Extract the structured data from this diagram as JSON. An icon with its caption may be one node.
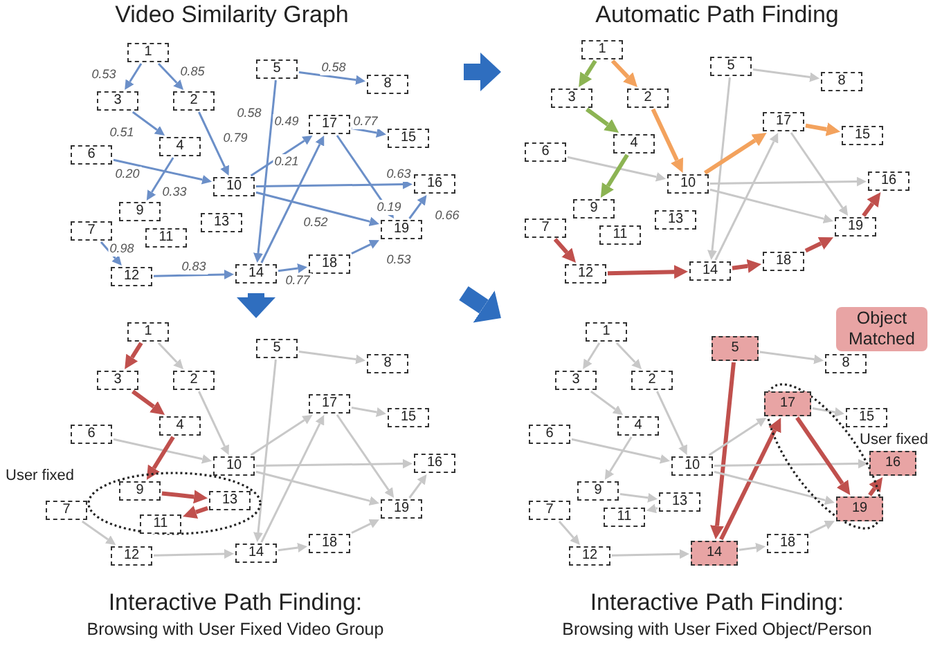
{
  "diagram": {
    "nodes": [
      {
        "text": [
          "Video Similarity Graph"
        ]
      },
      {
        "text": [
          "1"
        ],
        "in": 0
      },
      {
        "text": [
          "2"
        ],
        "in": 0
      },
      {
        "text": [
          "3"
        ],
        "in": 0
      },
      {
        "text": [
          "4"
        ],
        "in": 0
      },
      {
        "text": [
          "5"
        ],
        "in": 0
      },
      {
        "text": [
          "6"
        ],
        "in": 0
      },
      {
        "text": [
          "7"
        ],
        "in": 0
      },
      {
        "text": [
          "8"
        ],
        "in": 0
      },
      {
        "text": [
          "9"
        ],
        "in": 0
      },
      {
        "text": [
          "10"
        ],
        "in": 0
      },
      {
        "text": [
          "11"
        ],
        "in": 0
      },
      {
        "text": [
          "12"
        ],
        "in": 0
      },
      {
        "text": [
          "13"
        ],
        "in": 0
      },
      {
        "text": [
          "14"
        ],
        "in": 0
      },
      {
        "text": [
          "15"
        ],
        "in": 0
      },
      {
        "text": [
          "16"
        ],
        "in": 0
      },
      {
        "text": [
          "17"
        ],
        "in": 0
      },
      {
        "text": [
          "18"
        ],
        "in": 0
      },
      {
        "text": [
          "19"
        ],
        "in": 0
      },
      {
        "text": [
          "Automatic Path Finding"
        ]
      },
      {
        "text": [
          "1"
        ],
        "in": 20
      },
      {
        "text": [
          "2"
        ],
        "in": 20
      },
      {
        "text": [
          "3"
        ],
        "in": 20
      },
      {
        "text": [
          "4"
        ],
        "in": 20
      },
      {
        "text": [
          "5"
        ],
        "in": 20
      },
      {
        "text": [
          "6"
        ],
        "in": 20
      },
      {
        "text": [
          "7"
        ],
        "in": 20
      },
      {
        "text": [
          "8"
        ],
        "in": 20
      },
      {
        "text": [
          "9"
        ],
        "in": 20
      },
      {
        "text": [
          "10"
        ],
        "in": 20
      },
      {
        "text": [
          "11"
        ],
        "in": 20
      },
      {
        "text": [
          "12"
        ],
        "in": 20
      },
      {
        "text": [
          "13"
        ],
        "in": 20
      },
      {
        "text": [
          "14"
        ],
        "in": 20
      },
      {
        "text": [
          "15"
        ],
        "in": 20
      },
      {
        "text": [
          "16"
        ],
        "in": 20
      },
      {
        "text": [
          "17"
        ],
        "in": 20
      },
      {
        "text": [
          "18"
        ],
        "in": 20
      },
      {
        "text": [
          "19"
        ],
        "in": 20
      },
      {
        "text": [
          "Interactive Path Finding:",
          "Browsing with User Fixed Video Group"
        ]
      },
      {
        "text": [
          "User fixed"
        ],
        "in": 40
      },
      {
        "text": [
          "1"
        ],
        "in": 40
      },
      {
        "text": [
          "2"
        ],
        "in": 40
      },
      {
        "text": [
          "3"
        ],
        "in": 40
      },
      {
        "text": [
          "4"
        ],
        "in": 40
      },
      {
        "text": [
          "5"
        ],
        "in": 40
      },
      {
        "text": [
          "6"
        ],
        "in": 40
      },
      {
        "text": [
          "7"
        ],
        "in": 40
      },
      {
        "text": [
          "8"
        ],
        "in": 40
      },
      {
        "text": [
          "9"
        ],
        "in": 41
      },
      {
        "text": [
          "10"
        ],
        "in": 40
      },
      {
        "text": [
          "11"
        ],
        "in": 41
      },
      {
        "text": [
          "12"
        ],
        "in": 40
      },
      {
        "text": [
          "13"
        ],
        "in": 41
      },
      {
        "text": [
          "14"
        ],
        "in": 40
      },
      {
        "text": [
          "15"
        ],
        "in": 40
      },
      {
        "text": [
          "16"
        ],
        "in": 40
      },
      {
        "text": [
          "17"
        ],
        "in": 40
      },
      {
        "text": [
          "18"
        ],
        "in": 40
      },
      {
        "text": [
          "19"
        ],
        "in": 40
      },
      {
        "text": [
          "Interactive Path Finding:",
          "Browsing with User Fixed Object/Person"
        ]
      },
      {
        "text": [
          "User fixed"
        ],
        "in": 61
      },
      {
        "text": [
          "1"
        ],
        "in": 61
      },
      {
        "text": [
          "2"
        ],
        "in": 61
      },
      {
        "text": [
          "3"
        ],
        "in": 61
      },
      {
        "text": [
          "4"
        ],
        "in": 61
      },
      {
        "text": [
          "5"
        ],
        "in": 61
      },
      {
        "text": [
          "6"
        ],
        "in": 61
      },
      {
        "text": [
          "7"
        ],
        "in": 61
      },
      {
        "text": [
          "8"
        ],
        "in": 61
      },
      {
        "text": [
          "9"
        ],
        "in": 61
      },
      {
        "text": [
          "10"
        ],
        "in": 61
      },
      {
        "text": [
          "11"
        ],
        "in": 61
      },
      {
        "text": [
          "12"
        ],
        "in": 61
      },
      {
        "text": [
          "13"
        ],
        "in": 61
      },
      {
        "text": [
          "14"
        ],
        "in": 61
      },
      {
        "text": [
          "15"
        ],
        "in": 61
      },
      {
        "text": [
          "16"
        ],
        "in": 61
      },
      {
        "text": [
          "17"
        ],
        "in": 62
      },
      {
        "text": [
          "18"
        ],
        "in": 61
      },
      {
        "text": [
          "19"
        ],
        "in": 62
      }
    ],
    "edges": [
      {
        "from": 1,
        "to": 3,
        "arrow": "to",
        "label": "0.53",
        "color": "#6b8fc8"
      },
      {
        "from": 1,
        "to": 2,
        "arrow": "to",
        "label": "0.85",
        "color": "#6b8fc8"
      },
      {
        "from": 5,
        "to": 8,
        "arrow": "to",
        "label": "0.58",
        "color": "#6b8fc8"
      },
      {
        "from": 3,
        "to": 4,
        "arrow": "to",
        "label": "0.51",
        "color": "#6b8fc8"
      },
      {
        "from": 2,
        "to": 10,
        "arrow": "to",
        "label": "0.79",
        "color": "#6b8fc8"
      },
      {
        "from": 5,
        "to": 14,
        "arrow": "to",
        "label": "0.58",
        "color": "#6b8fc8"
      },
      {
        "from": 10,
        "to": 17,
        "arrow": "to",
        "label": "0.49",
        "color": "#6b8fc8"
      },
      {
        "from": 17,
        "to": 15,
        "arrow": "to",
        "label": "0.77",
        "color": "#6b8fc8"
      },
      {
        "from": 6,
        "to": 10,
        "arrow": "to",
        "label": "0.20",
        "color": "#6b8fc8"
      },
      {
        "from": 4,
        "to": 9,
        "arrow": "to",
        "label": "0.33",
        "color": "#6b8fc8"
      },
      {
        "from": 14,
        "to": 17,
        "arrow": "to",
        "label": "0.21",
        "color": "#6b8fc8"
      },
      {
        "from": 10,
        "to": 16,
        "arrow": "to",
        "label": "0.63",
        "color": "#6b8fc8"
      },
      {
        "from": 17,
        "to": 19,
        "arrow": "to",
        "label": "0.19",
        "color": "#6b8fc8"
      },
      {
        "from": 10,
        "to": 19,
        "arrow": "to",
        "label": "0.52",
        "color": "#6b8fc8"
      },
      {
        "from": 19,
        "to": 16,
        "arrow": "to",
        "label": "0.66",
        "color": "#6b8fc8"
      },
      {
        "from": 7,
        "to": 12,
        "arrow": "to",
        "label": "0.98",
        "color": "#6b8fc8"
      },
      {
        "from": 12,
        "to": 14,
        "arrow": "to",
        "label": "0.83",
        "color": "#6b8fc8"
      },
      {
        "from": 14,
        "to": 18,
        "arrow": "to",
        "label": "0.77",
        "color": "#6b8fc8"
      },
      {
        "from": 18,
        "to": 19,
        "arrow": "to",
        "label": "0.53",
        "color": "#6b8fc8"
      },
      {
        "from": 21,
        "to": 23,
        "arrow": "to",
        "style": "thick",
        "color": "#8cb453"
      },
      {
        "from": 21,
        "to": 22,
        "arrow": "to",
        "style": "thick",
        "color": "#f3a25d"
      },
      {
        "from": 25,
        "to": 28,
        "arrow": "to"
      },
      {
        "from": 23,
        "to": 24,
        "arrow": "to",
        "style": "thick",
        "color": "#8cb453"
      },
      {
        "from": 22,
        "to": 30,
        "arrow": "to",
        "style": "thick",
        "color": "#f3a25d"
      },
      {
        "from": 25,
        "to": 34,
        "arrow": "to"
      },
      {
        "from": 30,
        "to": 37,
        "arrow": "to",
        "style": "thick",
        "color": "#f3a25d"
      },
      {
        "from": 37,
        "to": 35,
        "arrow": "to",
        "style": "thick",
        "color": "#f3a25d"
      },
      {
        "from": 26,
        "to": 30,
        "arrow": "to"
      },
      {
        "from": 24,
        "to": 29,
        "arrow": "to",
        "style": "thick",
        "color": "#8cb453"
      },
      {
        "from": 34,
        "to": 37,
        "arrow": "to"
      },
      {
        "from": 30,
        "to": 36,
        "arrow": "to"
      },
      {
        "from": 37,
        "to": 39,
        "arrow": "to"
      },
      {
        "from": 30,
        "to": 39,
        "arrow": "to"
      },
      {
        "from": 39,
        "to": 36,
        "arrow": "to",
        "style": "thick",
        "color": "#c0504d"
      },
      {
        "from": 27,
        "to": 32,
        "arrow": "to",
        "style": "thick",
        "color": "#c0504d"
      },
      {
        "from": 32,
        "to": 34,
        "arrow": "to",
        "style": "thick",
        "color": "#c0504d"
      },
      {
        "from": 34,
        "to": 38,
        "arrow": "to",
        "style": "thick",
        "color": "#c0504d"
      },
      {
        "from": 38,
        "to": 39,
        "arrow": "to",
        "style": "thick",
        "color": "#c0504d"
      },
      {
        "from": 42,
        "to": 44,
        "arrow": "to",
        "style": "thick",
        "color": "#c0504d"
      },
      {
        "from": 42,
        "to": 43,
        "arrow": "to"
      },
      {
        "from": 46,
        "to": 49,
        "arrow": "to"
      },
      {
        "from": 44,
        "to": 45,
        "arrow": "to",
        "style": "thick",
        "color": "#c0504d"
      },
      {
        "from": 43,
        "to": 51,
        "arrow": "to"
      },
      {
        "from": 46,
        "to": 55,
        "arrow": "to"
      },
      {
        "from": 51,
        "to": 58,
        "arrow": "to"
      },
      {
        "from": 58,
        "to": 56,
        "arrow": "to"
      },
      {
        "from": 47,
        "to": 51,
        "arrow": "to"
      },
      {
        "from": 45,
        "to": 50,
        "arrow": "to",
        "style": "thick",
        "color": "#c0504d"
      },
      {
        "from": 55,
        "to": 58,
        "arrow": "to"
      },
      {
        "from": 51,
        "to": 57,
        "arrow": "to"
      },
      {
        "from": 58,
        "to": 60,
        "arrow": "to"
      },
      {
        "from": 51,
        "to": 60,
        "arrow": "to"
      },
      {
        "from": 60,
        "to": 57,
        "arrow": "to"
      },
      {
        "from": 48,
        "to": 53,
        "arrow": "to"
      },
      {
        "from": 53,
        "to": 55,
        "arrow": "to"
      },
      {
        "from": 55,
        "to": 59,
        "arrow": "to"
      },
      {
        "from": 59,
        "to": 60,
        "arrow": "to"
      },
      {
        "from": 50,
        "to": 54,
        "arrow": "to",
        "style": "thick",
        "color": "#c0504d"
      },
      {
        "from": 54,
        "to": 52,
        "arrow": "to",
        "style": "thick",
        "color": "#c0504d"
      },
      {
        "from": 63,
        "to": 65,
        "arrow": "to"
      },
      {
        "from": 63,
        "to": 64,
        "arrow": "to"
      },
      {
        "from": 67,
        "to": 70,
        "arrow": "to"
      },
      {
        "from": 65,
        "to": 66,
        "arrow": "to"
      },
      {
        "from": 64,
        "to": 72,
        "arrow": "to"
      },
      {
        "from": 67,
        "to": 76,
        "arrow": "to",
        "style": "thick",
        "color": "#c0504d"
      },
      {
        "from": 72,
        "to": 79,
        "arrow": "to"
      },
      {
        "from": 79,
        "to": 77,
        "arrow": "to"
      },
      {
        "from": 68,
        "to": 72,
        "arrow": "to"
      },
      {
        "from": 66,
        "to": 71,
        "arrow": "to"
      },
      {
        "from": 76,
        "to": 79,
        "arrow": "to",
        "style": "thick",
        "color": "#c0504d"
      },
      {
        "from": 72,
        "to": 78,
        "arrow": "to"
      },
      {
        "from": 79,
        "to": 81,
        "arrow": "to",
        "style": "thick",
        "color": "#c0504d"
      },
      {
        "from": 72,
        "to": 81,
        "arrow": "to"
      },
      {
        "from": 81,
        "to": 78,
        "arrow": "to",
        "style": "thick",
        "color": "#c0504d"
      },
      {
        "from": 69,
        "to": 74,
        "arrow": "to"
      },
      {
        "from": 74,
        "to": 76,
        "arrow": "to"
      },
      {
        "from": 76,
        "to": 80,
        "arrow": "to"
      },
      {
        "from": 80,
        "to": 81,
        "arrow": "to"
      },
      {
        "from": 71,
        "to": 75,
        "arrow": "to"
      },
      {
        "from": 75,
        "to": 73,
        "arrow": "to"
      },
      {
        "from": 0,
        "to": 20,
        "arrow": "to",
        "style": "thick",
        "color": "#2f6ebf"
      },
      {
        "from": 0,
        "to": 40,
        "arrow": "to",
        "style": "thick",
        "color": "#2f6ebf"
      },
      {
        "from": 0,
        "to": 61,
        "arrow": "to",
        "style": "thick",
        "color": "#2f6ebf"
      }
    ],
    "legend": [
      {
        "text": "Object Matched",
        "color": "#e8a4a4"
      }
    ]
  }
}
